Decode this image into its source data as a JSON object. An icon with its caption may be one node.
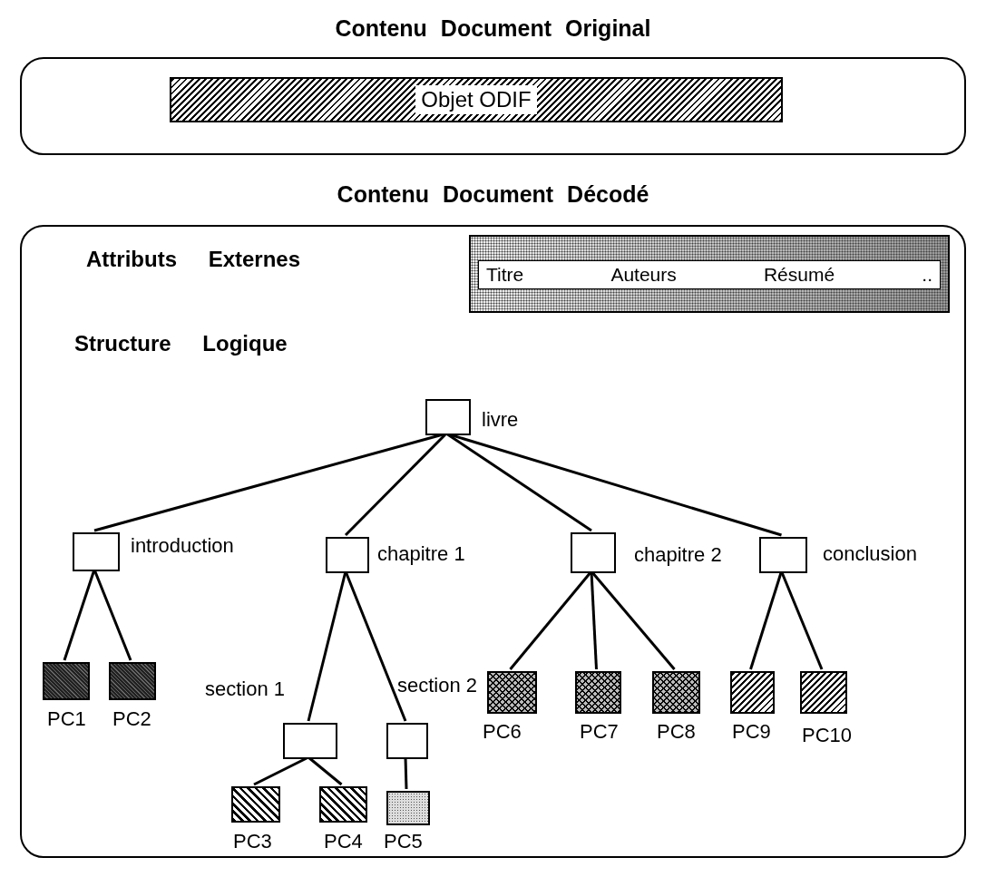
{
  "diagram": {
    "nodes": [
      {
        "text": [
          "Contenu Document Original"
        ]
      },
      {
        "text": [
          "Objet ODIF"
        ],
        "in": 0
      },
      {
        "text": [
          "Contenu Document Décodé"
        ]
      },
      {
        "text": [
          "Titre",
          "Auteurs",
          "Résumé",
          ".."
        ],
        "in": 2
      },
      {
        "text": [],
        "shape": "box",
        "beside": [
          "livre"
        ],
        "in": 2
      },
      {
        "text": [],
        "shape": "box",
        "beside": [
          "introduction"
        ],
        "in": 2
      },
      {
        "text": [],
        "shape": "box",
        "beside": [
          "chapitre 1"
        ],
        "in": 2
      },
      {
        "text": [],
        "shape": "box",
        "beside": [
          "chapitre 2"
        ],
        "in": 2
      },
      {
        "text": [],
        "shape": "box",
        "beside": [
          "conclusion"
        ],
        "in": 2
      },
      {
        "text": [],
        "shape": "box",
        "beside": [
          "PC1"
        ],
        "in": 2
      },
      {
        "text": [],
        "shape": "box",
        "beside": [
          "PC2"
        ],
        "in": 2
      },
      {
        "text": [],
        "shape": "box",
        "beside": [
          "section 1"
        ],
        "in": 2
      },
      {
        "text": [],
        "shape": "box",
        "in": 2
      },
      {
        "text": [],
        "shape": "box",
        "beside": [
          "PC6"
        ],
        "in": 2
      },
      {
        "text": [],
        "shape": "box",
        "beside": [
          "PC7"
        ],
        "in": 2
      },
      {
        "text": [],
        "shape": "box",
        "beside": [
          "PC8"
        ],
        "in": 2
      },
      {
        "text": [],
        "shape": "box",
        "beside": [
          "PC9"
        ],
        "in": 2
      },
      {
        "text": [],
        "shape": "box",
        "beside": [
          "PC10"
        ],
        "in": 2
      },
      {
        "text": [],
        "shape": "box",
        "beside": [
          "PC3"
        ],
        "in": 2
      },
      {
        "text": [],
        "shape": "box",
        "beside": [
          "PC4"
        ],
        "in": 2
      },
      {
        "text": [],
        "shape": "box",
        "beside": [
          "PC5"
        ],
        "in": 2
      }
    ],
    "edges": [
      {
        "from": 4,
        "to": 5,
        "arrow": "none"
      },
      {
        "from": 4,
        "to": 6,
        "arrow": "none"
      },
      {
        "from": 4,
        "to": 7,
        "arrow": "none"
      },
      {
        "from": 4,
        "to": 8,
        "arrow": "none"
      },
      {
        "from": 5,
        "to": 9,
        "arrow": "none"
      },
      {
        "from": 5,
        "to": 10,
        "arrow": "none"
      },
      {
        "from": 6,
        "to": 11,
        "arrow": "none"
      },
      {
        "from": 6,
        "to": 12,
        "arrow": "none"
      },
      {
        "from": 7,
        "to": 13,
        "arrow": "none"
      },
      {
        "from": 7,
        "to": 14,
        "arrow": "none"
      },
      {
        "from": 7,
        "to": 15,
        "arrow": "none"
      },
      {
        "from": 8,
        "to": 16,
        "arrow": "none"
      },
      {
        "from": 8,
        "to": 17,
        "arrow": "none"
      },
      {
        "from": 11,
        "to": 18,
        "arrow": "none"
      },
      {
        "from": 11,
        "to": 19,
        "arrow": "none"
      },
      {
        "from": 12,
        "to": 20,
        "arrow": "none"
      }
    ],
    "labels": [
      "Attributs Externes",
      "Structure Logique",
      "section 2"
    ]
  }
}
